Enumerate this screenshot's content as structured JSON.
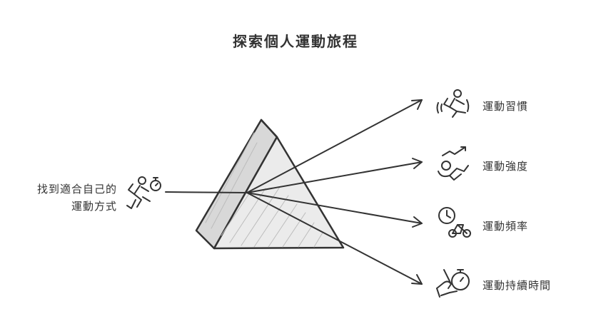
{
  "title": "探索個人運動旅程",
  "input": {
    "line1": "找到適合自己的",
    "line2": "運動方式",
    "icon": "running-person-stopwatch-icon"
  },
  "outputs": [
    {
      "label": "運動習慣",
      "icon": "running-person-icon"
    },
    {
      "label": "運動強度",
      "icon": "intensity-runner-icon"
    },
    {
      "label": "運動頻率",
      "icon": "clock-bicycle-icon"
    },
    {
      "label": "運動持續時間",
      "icon": "hand-stopwatch-icon"
    }
  ],
  "colors": {
    "stroke": "#333333",
    "prism_fill": "#e8e8e8",
    "text": "#333333"
  }
}
